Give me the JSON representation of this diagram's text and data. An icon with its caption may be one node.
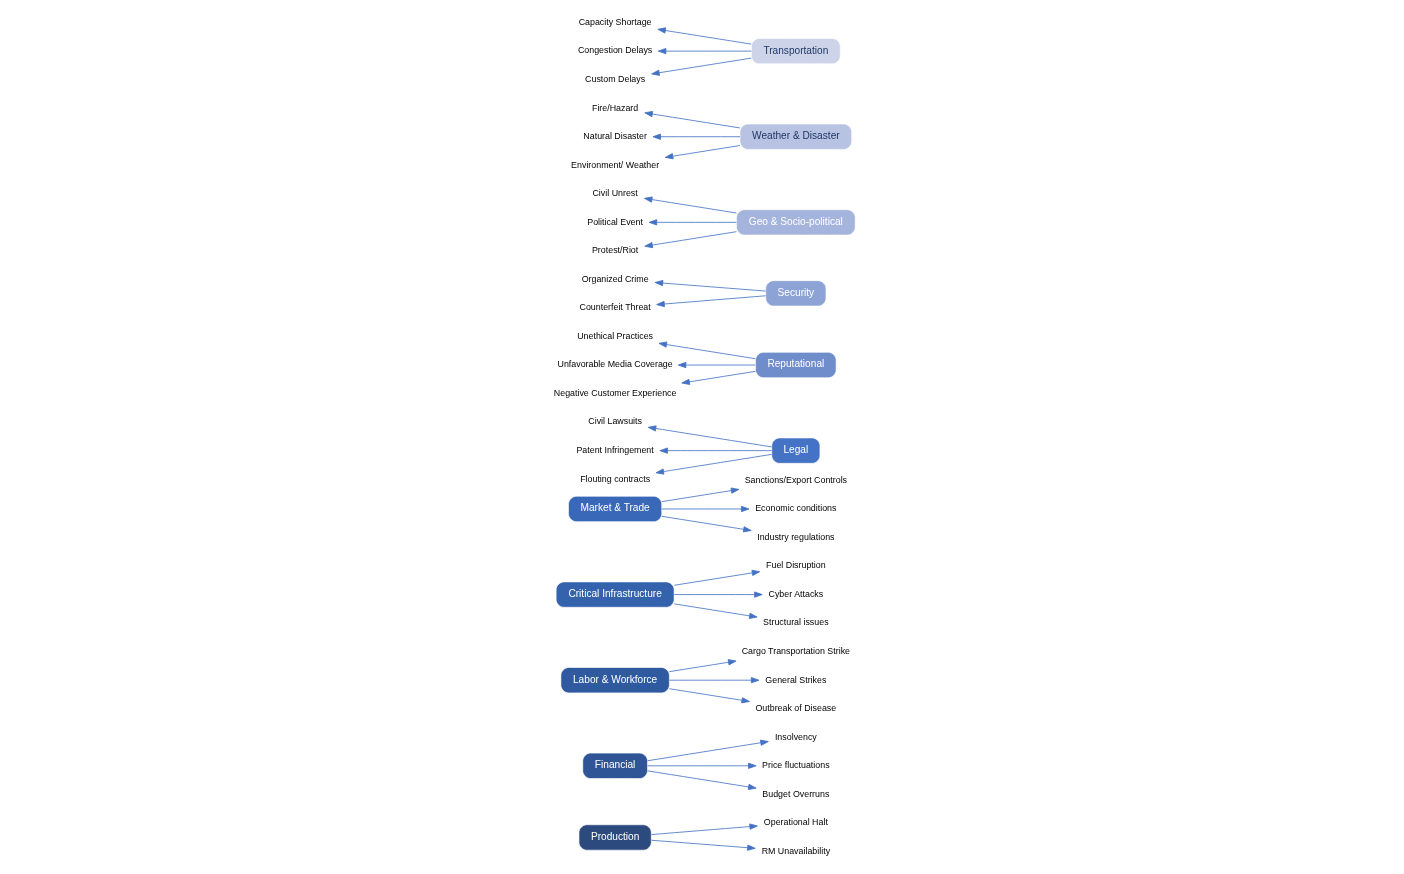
{
  "diagram": {
    "nodes": [
      {
        "text": [
          "Production"
        ]
      },
      {
        "text": [
          "Operational Halt"
        ]
      },
      {
        "text": [
          "RM Unavailability"
        ]
      },
      {
        "text": [
          "Financial"
        ]
      },
      {
        "text": [
          "Insolvency"
        ]
      },
      {
        "text": [
          "Price fluctuations"
        ]
      },
      {
        "text": [
          "Budget Overruns"
        ]
      },
      {
        "text": [
          "Labor & Workforce"
        ]
      },
      {
        "text": [
          "Cargo Transportation Strike"
        ]
      },
      {
        "text": [
          "General Strikes"
        ]
      },
      {
        "text": [
          "Outbreak of Disease"
        ]
      },
      {
        "text": [
          "Critical Infrastructure"
        ]
      },
      {
        "text": [
          "Fuel Disruption"
        ]
      },
      {
        "text": [
          "Cyber Attacks"
        ]
      },
      {
        "text": [
          "Structural issues"
        ]
      },
      {
        "text": [
          "Market & Trade"
        ]
      },
      {
        "text": [
          "Sanctions/Export Controls"
        ]
      },
      {
        "text": [
          "Economic conditions"
        ]
      },
      {
        "text": [
          "Industry regulations"
        ]
      },
      {
        "text": [
          "Legal"
        ]
      },
      {
        "text": [
          "Civil Lawsuits"
        ]
      },
      {
        "text": [
          "Patent Infringement"
        ]
      },
      {
        "text": [
          "Flouting contracts"
        ]
      },
      {
        "text": [
          "Reputational"
        ]
      },
      {
        "text": [
          "Unethical Practices"
        ]
      },
      {
        "text": [
          "Unfavorable Media Coverage"
        ]
      },
      {
        "text": [
          "Negative Customer Experience"
        ]
      },
      {
        "text": [
          "Security"
        ]
      },
      {
        "text": [
          "Organized Crime"
        ]
      },
      {
        "text": [
          "Counterfeit Threat"
        ]
      },
      {
        "text": [
          "Geo & Socio-political"
        ]
      },
      {
        "text": [
          "Civil Unrest"
        ]
      },
      {
        "text": [
          "Political Event"
        ]
      },
      {
        "text": [
          "Protest/Riot"
        ]
      },
      {
        "text": [
          "Weather & Disaster"
        ]
      },
      {
        "text": [
          "Fire/Hazard"
        ]
      },
      {
        "text": [
          "Natural Disaster"
        ]
      },
      {
        "text": [
          "Environment/ Weather"
        ]
      },
      {
        "text": [
          "Transportation"
        ]
      },
      {
        "text": [
          "Capacity Shortage"
        ]
      },
      {
        "text": [
          "Congestion Delays"
        ]
      },
      {
        "text": [
          "Custom Delays"
        ]
      }
    ],
    "edges": [
      {
        "from": 0,
        "to": 1,
        "arrow": "to"
      },
      {
        "from": 0,
        "to": 2,
        "arrow": "to"
      },
      {
        "from": 3,
        "to": 4,
        "arrow": "to"
      },
      {
        "from": 3,
        "to": 5,
        "arrow": "to"
      },
      {
        "from": 3,
        "to": 6,
        "arrow": "to"
      },
      {
        "from": 7,
        "to": 8,
        "arrow": "to"
      },
      {
        "from": 7,
        "to": 9,
        "arrow": "to"
      },
      {
        "from": 7,
        "to": 10,
        "arrow": "to"
      },
      {
        "from": 11,
        "to": 12,
        "arrow": "to"
      },
      {
        "from": 11,
        "to": 13,
        "arrow": "to"
      },
      {
        "from": 11,
        "to": 14,
        "arrow": "to"
      },
      {
        "from": 15,
        "to": 16,
        "arrow": "to"
      },
      {
        "from": 15,
        "to": 17,
        "arrow": "to"
      },
      {
        "from": 15,
        "to": 18,
        "arrow": "to"
      },
      {
        "from": 19,
        "to": 20,
        "arrow": "to"
      },
      {
        "from": 19,
        "to": 21,
        "arrow": "to"
      },
      {
        "from": 19,
        "to": 22,
        "arrow": "to"
      },
      {
        "from": 23,
        "to": 24,
        "arrow": "to"
      },
      {
        "from": 23,
        "to": 25,
        "arrow": "to"
      },
      {
        "from": 23,
        "to": 26,
        "arrow": "to"
      },
      {
        "from": 27,
        "to": 28,
        "arrow": "to"
      },
      {
        "from": 27,
        "to": 29,
        "arrow": "to"
      },
      {
        "from": 30,
        "to": 31,
        "arrow": "to"
      },
      {
        "from": 30,
        "to": 32,
        "arrow": "to"
      },
      {
        "from": 30,
        "to": 33,
        "arrow": "to"
      },
      {
        "from": 34,
        "to": 35,
        "arrow": "to"
      },
      {
        "from": 34,
        "to": 36,
        "arrow": "to"
      },
      {
        "from": 34,
        "to": 37,
        "arrow": "to"
      },
      {
        "from": 38,
        "to": 39,
        "arrow": "to"
      },
      {
        "from": 38,
        "to": 40,
        "arrow": "to"
      },
      {
        "from": 38,
        "to": 41,
        "arrow": "to"
      }
    ]
  }
}
